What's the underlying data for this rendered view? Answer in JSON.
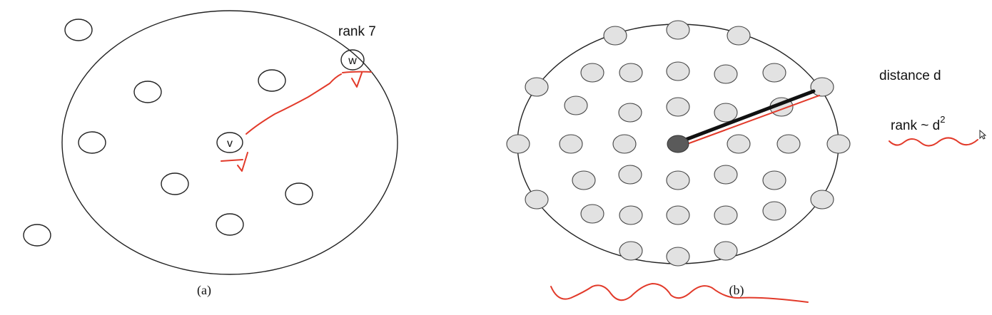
{
  "panel_a": {
    "caption": "(a)",
    "rank_label": "rank 7",
    "node_v_label": "v",
    "node_w_label": "w"
  },
  "panel_b": {
    "caption": "(b)",
    "distance_label": "distance d",
    "rank_formula_base": "rank ~ d",
    "rank_formula_exponent": "2"
  },
  "colors": {
    "stroke": "#222222",
    "node_fill_b": "#e2e2e2",
    "center_node_fill": "#5a5a5a",
    "annotation_red": "#e23a2a",
    "distance_line": "#111111"
  },
  "icons": [
    "mouse-cursor-icon"
  ]
}
